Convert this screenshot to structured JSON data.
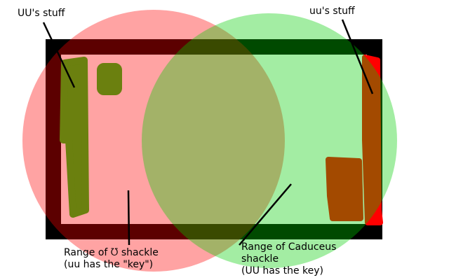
{
  "labels": {
    "uu_upper_stuff": "UU's stuff",
    "uu_lower_stuff": "uu's stuff",
    "range_left_line1_a": "Range of ",
    "range_left_symbol": "ᘮ",
    "range_left_line1_b": " shackle",
    "range_left_line2": "(uu has the \"key\")",
    "range_right_line1": "Range of Caduceus",
    "range_right_line2": "shackle",
    "range_right_line3": "(UU has the key)"
  },
  "colors": {
    "left_circle": "#ff0000",
    "right_circle": "#00cc00",
    "frame": "#000000",
    "green_scribble": "#18c818",
    "red_scribble": "#ff0000"
  }
}
